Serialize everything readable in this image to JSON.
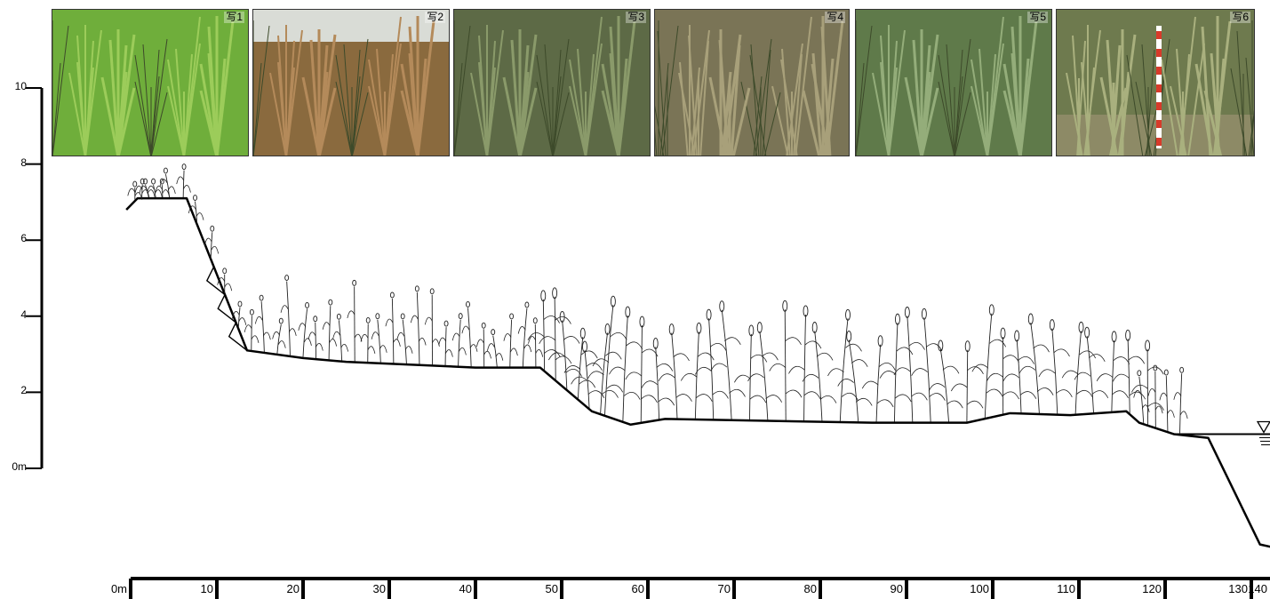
{
  "photos": [
    {
      "label": "写1",
      "tone": "#6fae3b",
      "accent": "#9ccc5a"
    },
    {
      "label": "写2",
      "tone": "#8a6a3e",
      "accent": "#b48a5a"
    },
    {
      "label": "写3",
      "tone": "#5d6a46",
      "accent": "#8a9a6a"
    },
    {
      "label": "写4",
      "tone": "#7a7456",
      "accent": "#a8a07a"
    },
    {
      "label": "写5",
      "tone": "#5f7a4a",
      "accent": "#94ad7a"
    },
    {
      "label": "写6",
      "tone": "#6e7a4e",
      "accent": "#a9b07e"
    }
  ],
  "y_axis": {
    "ticks": [
      {
        "value": 10,
        "label": "10"
      },
      {
        "value": 8,
        "label": "8"
      },
      {
        "value": 6,
        "label": "6"
      },
      {
        "value": 4,
        "label": "4"
      },
      {
        "value": 2,
        "label": "2"
      },
      {
        "value": 0,
        "label": "0m"
      }
    ]
  },
  "x_axis": {
    "ticks": [
      {
        "value": 0,
        "label": "0m"
      },
      {
        "value": 10,
        "label": "10"
      },
      {
        "value": 20,
        "label": "20"
      },
      {
        "value": 30,
        "label": "30"
      },
      {
        "value": 40,
        "label": "40"
      },
      {
        "value": 50,
        "label": "50"
      },
      {
        "value": 60,
        "label": "60"
      },
      {
        "value": 70,
        "label": "70"
      },
      {
        "value": 80,
        "label": "80"
      },
      {
        "value": 90,
        "label": "90"
      },
      {
        "value": 100,
        "label": "100"
      },
      {
        "value": 110,
        "label": "110"
      },
      {
        "value": 120,
        "label": "120"
      },
      {
        "value": 130,
        "label": "130"
      },
      {
        "value": 140,
        "label": "140"
      }
    ]
  },
  "profile": {
    "ground": [
      [
        -0.5,
        6.8
      ],
      [
        0.8,
        7.1
      ],
      [
        6.5,
        7.1
      ],
      [
        13.5,
        3.1
      ],
      [
        20,
        2.9
      ],
      [
        25,
        2.8
      ],
      [
        40,
        2.65
      ],
      [
        47.5,
        2.65
      ],
      [
        53.5,
        1.5
      ],
      [
        58,
        1.15
      ],
      [
        62,
        1.3
      ],
      [
        86,
        1.2
      ],
      [
        97,
        1.2
      ],
      [
        102,
        1.45
      ],
      [
        109,
        1.4
      ],
      [
        115.5,
        1.5
      ],
      [
        117,
        1.2
      ],
      [
        121,
        0.9
      ],
      [
        125,
        0.8
      ],
      [
        131,
        -2.0
      ],
      [
        135,
        -2.2
      ],
      [
        141,
        -1.9
      ]
    ],
    "water_level": 0.9,
    "colors": {
      "line": "#000000",
      "plant": "#222222"
    }
  }
}
